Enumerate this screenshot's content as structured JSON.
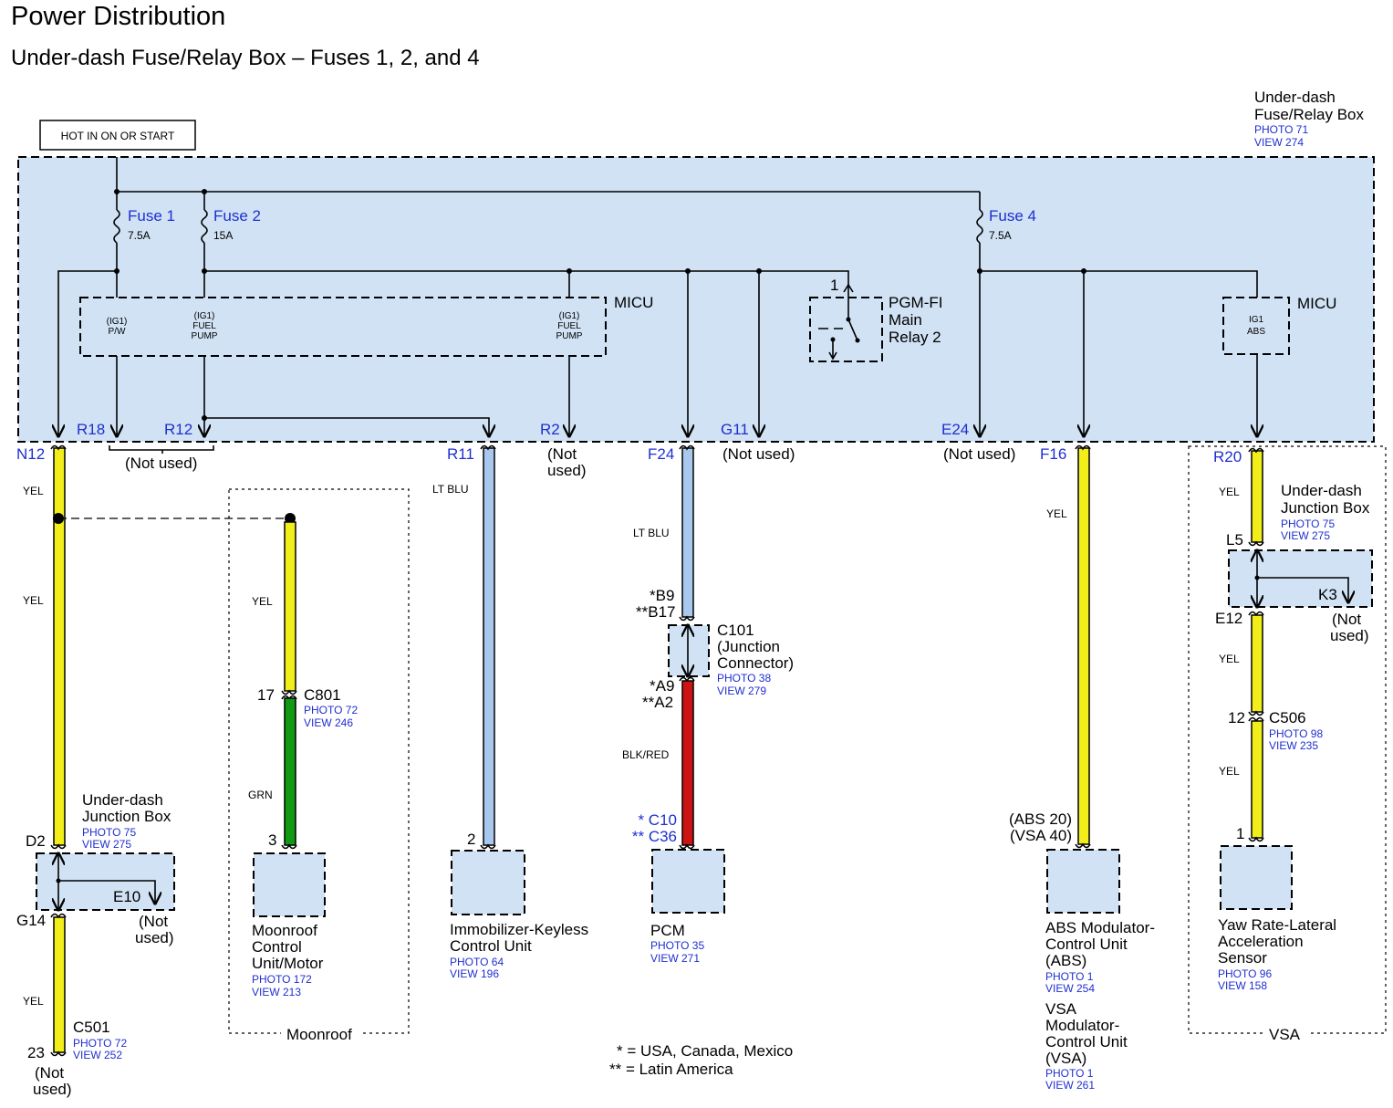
{
  "title": "Power Distribution",
  "subtitle": "Under-dash Fuse/Relay Box – Fuses 1, 2, and 4",
  "hot_label": "HOT IN ON OR START",
  "colors": {
    "box_fill": "#d0e2f4",
    "blue_text": "#1f2fd0",
    "wire_yel": "#f2ee1a",
    "wire_ltblu": "#a8c8ee",
    "wire_grn": "#129a12",
    "wire_red": "#cc1414"
  },
  "fuse_box": {
    "name_1": "Under-dash",
    "name_2": "Fuse/Relay Box",
    "photo": "PHOTO 71",
    "view": "VIEW 274"
  },
  "fuses": [
    {
      "name": "Fuse 1",
      "rating": "7.5A"
    },
    {
      "name": "Fuse 2",
      "rating": "15A"
    },
    {
      "name": "Fuse 4",
      "rating": "7.5A"
    }
  ],
  "micu": {
    "label": "MICU",
    "pw": [
      "(IG1)",
      "P/W"
    ],
    "fuel_pump_1": [
      "(IG1)",
      "FUEL",
      "PUMP"
    ],
    "fuel_pump_2": [
      "(IG1)",
      "FUEL",
      "PUMP"
    ],
    "abs": [
      "IG1",
      "ABS"
    ]
  },
  "relay": {
    "pin": "1",
    "lines": [
      "PGM-FI",
      "Main",
      "Relay 2"
    ]
  },
  "terminals": [
    "N12",
    "R18",
    "R12",
    "R11",
    "R2",
    "F24",
    "G11",
    "E24",
    "F16",
    "R20"
  ],
  "not_used": "(Not used)",
  "not_used_2": [
    "(Not",
    "used)"
  ],
  "wires": {
    "yel": "YEL",
    "lt_blu": "LT BLU",
    "grn": "GRN",
    "blk_red": "BLK/RED"
  },
  "jb_left": {
    "name": [
      "Under-dash",
      "Junction Box"
    ],
    "photo": "PHOTO 75",
    "view": "VIEW 275",
    "pin_top": "D2",
    "pin_bottom": "G14",
    "inner": "E10"
  },
  "c501": {
    "pin": "23",
    "name": "C501",
    "photo": "PHOTO 72",
    "view": "VIEW 252"
  },
  "moonroof": {
    "pin_top": "17",
    "connector": "C801",
    "photo": "PHOTO 72",
    "view": "VIEW 246",
    "pin_bottom": "3",
    "unit": [
      "Moonroof",
      "Control",
      "Unit/Motor"
    ],
    "unit_photo": "PHOTO 172",
    "unit_view": "VIEW 213",
    "group": "Moonroof"
  },
  "immobilizer": {
    "pin": "2",
    "name": [
      "Immobilizer-Keyless",
      "Control Unit"
    ],
    "photo": "PHOTO 64",
    "view": "VIEW 196"
  },
  "c101": {
    "pin_top": [
      "*B9",
      "**B17"
    ],
    "name": [
      "C101",
      "(Junction",
      "Connector)"
    ],
    "photo": "PHOTO 38",
    "view": "VIEW 279",
    "pin_bottom": [
      "*A9",
      "**A2"
    ]
  },
  "pcm": {
    "pins": [
      "* C10",
      "** C36"
    ],
    "name": "PCM",
    "photo": "PHOTO 35",
    "view": "VIEW 271"
  },
  "abs_unit": {
    "pins": [
      "(ABS 20)",
      "(VSA 40)"
    ],
    "name": [
      "ABS Modulator-",
      "Control Unit",
      "(ABS)"
    ],
    "photo": "PHOTO 1",
    "view": "VIEW 254",
    "vsa_name": [
      "VSA",
      "Modulator-",
      "Control Unit",
      "(VSA)"
    ],
    "vsa_photo": "PHOTO 1",
    "vsa_view": "VIEW 261"
  },
  "jb_right": {
    "name": [
      "Under-dash",
      "Junction Box"
    ],
    "photo": "PHOTO 75",
    "view": "VIEW 275",
    "pin_top": "L5",
    "pin_bottom": "E12",
    "inner": "K3"
  },
  "c506": {
    "pin": "12",
    "name": "C506",
    "photo": "PHOTO 98",
    "view": "VIEW 235"
  },
  "yaw": {
    "pin": "1",
    "name": [
      "Yaw Rate-Lateral",
      "Acceleration",
      "Sensor"
    ],
    "photo": "PHOTO 96",
    "view": "VIEW 158",
    "group": "VSA"
  },
  "footnotes": [
    "* = USA, Canada, Mexico",
    "** = Latin America"
  ]
}
